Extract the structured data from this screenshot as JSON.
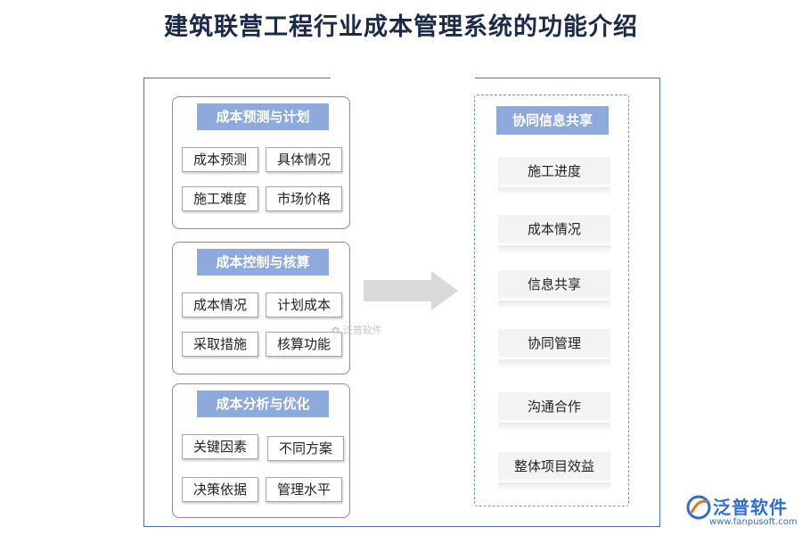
{
  "title": "建筑联营工程行业成本管理系统的功能介绍",
  "groups": [
    {
      "title": "成本预测与计划",
      "items": [
        "成本预测",
        "具体情况",
        "施工难度",
        "市场价格"
      ]
    },
    {
      "title": "成本控制与核算",
      "items": [
        "成本情况",
        "计划成本",
        "采取措施",
        "核算功能"
      ]
    },
    {
      "title": "成本分析与优化",
      "items": [
        "关键因素",
        "不同方案",
        "决策依据",
        "管理水平"
      ]
    }
  ],
  "shared": {
    "title": "协同信息共享",
    "items": [
      "施工进度",
      "成本情况",
      "信息共享",
      "协同管理",
      "沟通合作",
      "整体项目效益"
    ]
  },
  "watermark": "泛普软件",
  "logo": {
    "name": "泛普软件",
    "url": "www.fanpusoft.com"
  },
  "colors": {
    "header": "#8ea9db",
    "frame": "#4b73b0",
    "arrow": "#d9d9d9",
    "logo": "#2d6fd0"
  }
}
